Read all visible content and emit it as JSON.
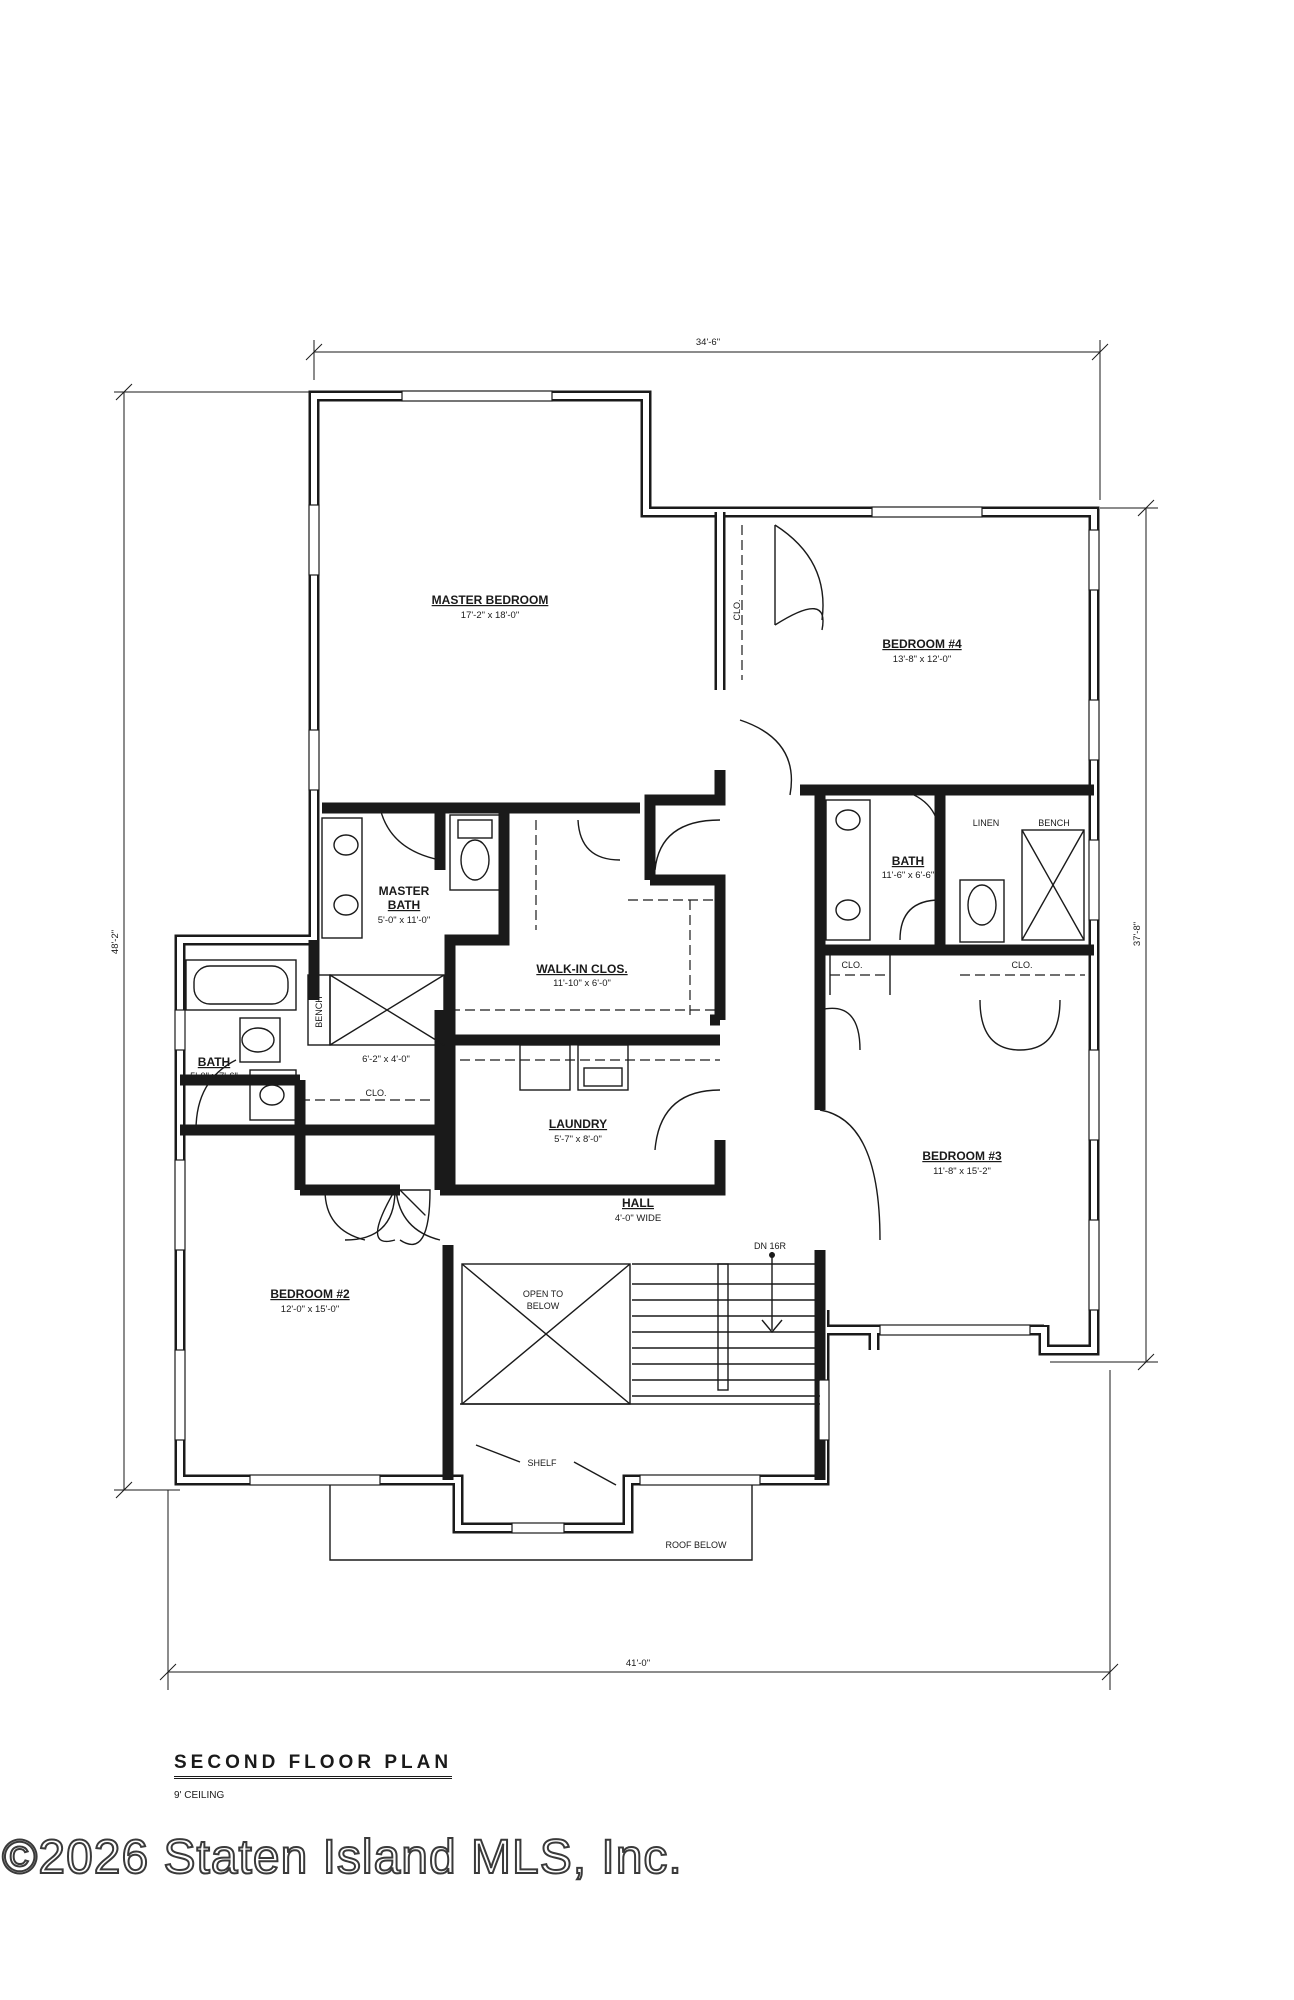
{
  "plan": {
    "title": "SECOND FLOOR PLAN",
    "ceiling": "9' CEILING",
    "watermark": "©2026 Staten Island MLS, Inc."
  },
  "dimensions": {
    "top": "34'-6\"",
    "bottom": "41'-0\"",
    "left": "48'-2\"",
    "right": "37'-8\""
  },
  "rooms": {
    "master_bedroom": {
      "name": "MASTER BEDROOM",
      "size": "17'-2\" x 18'-0\""
    },
    "bedroom4": {
      "name": "BEDROOM #4",
      "size": "13'-8\" x 12'-0\""
    },
    "master_bath": {
      "name": "MASTER",
      "name2": "BATH",
      "size": "5'-0\" x 11'-0\""
    },
    "shower": {
      "size": "6'-2\" x 4'-0\""
    },
    "walkin": {
      "name": "WALK-IN CLOS.",
      "size": "11'-10\" x 6'-0\""
    },
    "bath_east": {
      "name": "BATH",
      "size": "11'-6\" x 6'-6\""
    },
    "bath_west": {
      "name": "BATH",
      "size": "5'-0\" x 7'-6\""
    },
    "laundry": {
      "name": "LAUNDRY",
      "size": "5'-7\" x 8'-0\""
    },
    "hall": {
      "name": "HALL",
      "size": "4'-0\" WIDE"
    },
    "bedroom3": {
      "name": "BEDROOM #3",
      "size": "11'-8\" x 15'-2\""
    },
    "bedroom2": {
      "name": "BEDROOM #2",
      "size": "12'-0\" x 15'-0\""
    }
  },
  "labels": {
    "clo": "CLO.",
    "linen": "LINEN",
    "bench": "BENCH",
    "open_to": "OPEN TO",
    "below": "BELOW",
    "stairs": "DN 16R",
    "shelf": "SHELF",
    "roof_below": "ROOF BELOW"
  }
}
